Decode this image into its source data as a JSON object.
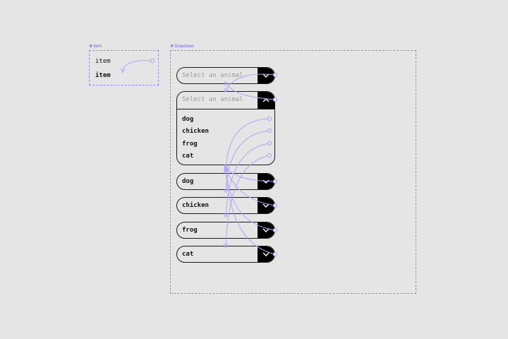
{
  "item_frame": {
    "label": "Item",
    "items": [
      "item",
      "item"
    ]
  },
  "dropdown_frame": {
    "label": "Dropdown",
    "placeholder": "Select an animal",
    "options": [
      "dog",
      "chicken",
      "frog",
      "cat"
    ],
    "selected_states": [
      "dog",
      "chicken",
      "frog",
      "cat"
    ]
  },
  "colors": {
    "background": "#e5e5e5",
    "frame_accent": "#9a85f0",
    "wire": "#b3a3f5",
    "control_fill": "#000000"
  },
  "icons": {
    "frame_marker": "component-diamond-icon",
    "closed_toggle": "chevron-down-icon",
    "open_toggle": "chevron-up-icon",
    "wire_node": "connection-node-icon"
  }
}
